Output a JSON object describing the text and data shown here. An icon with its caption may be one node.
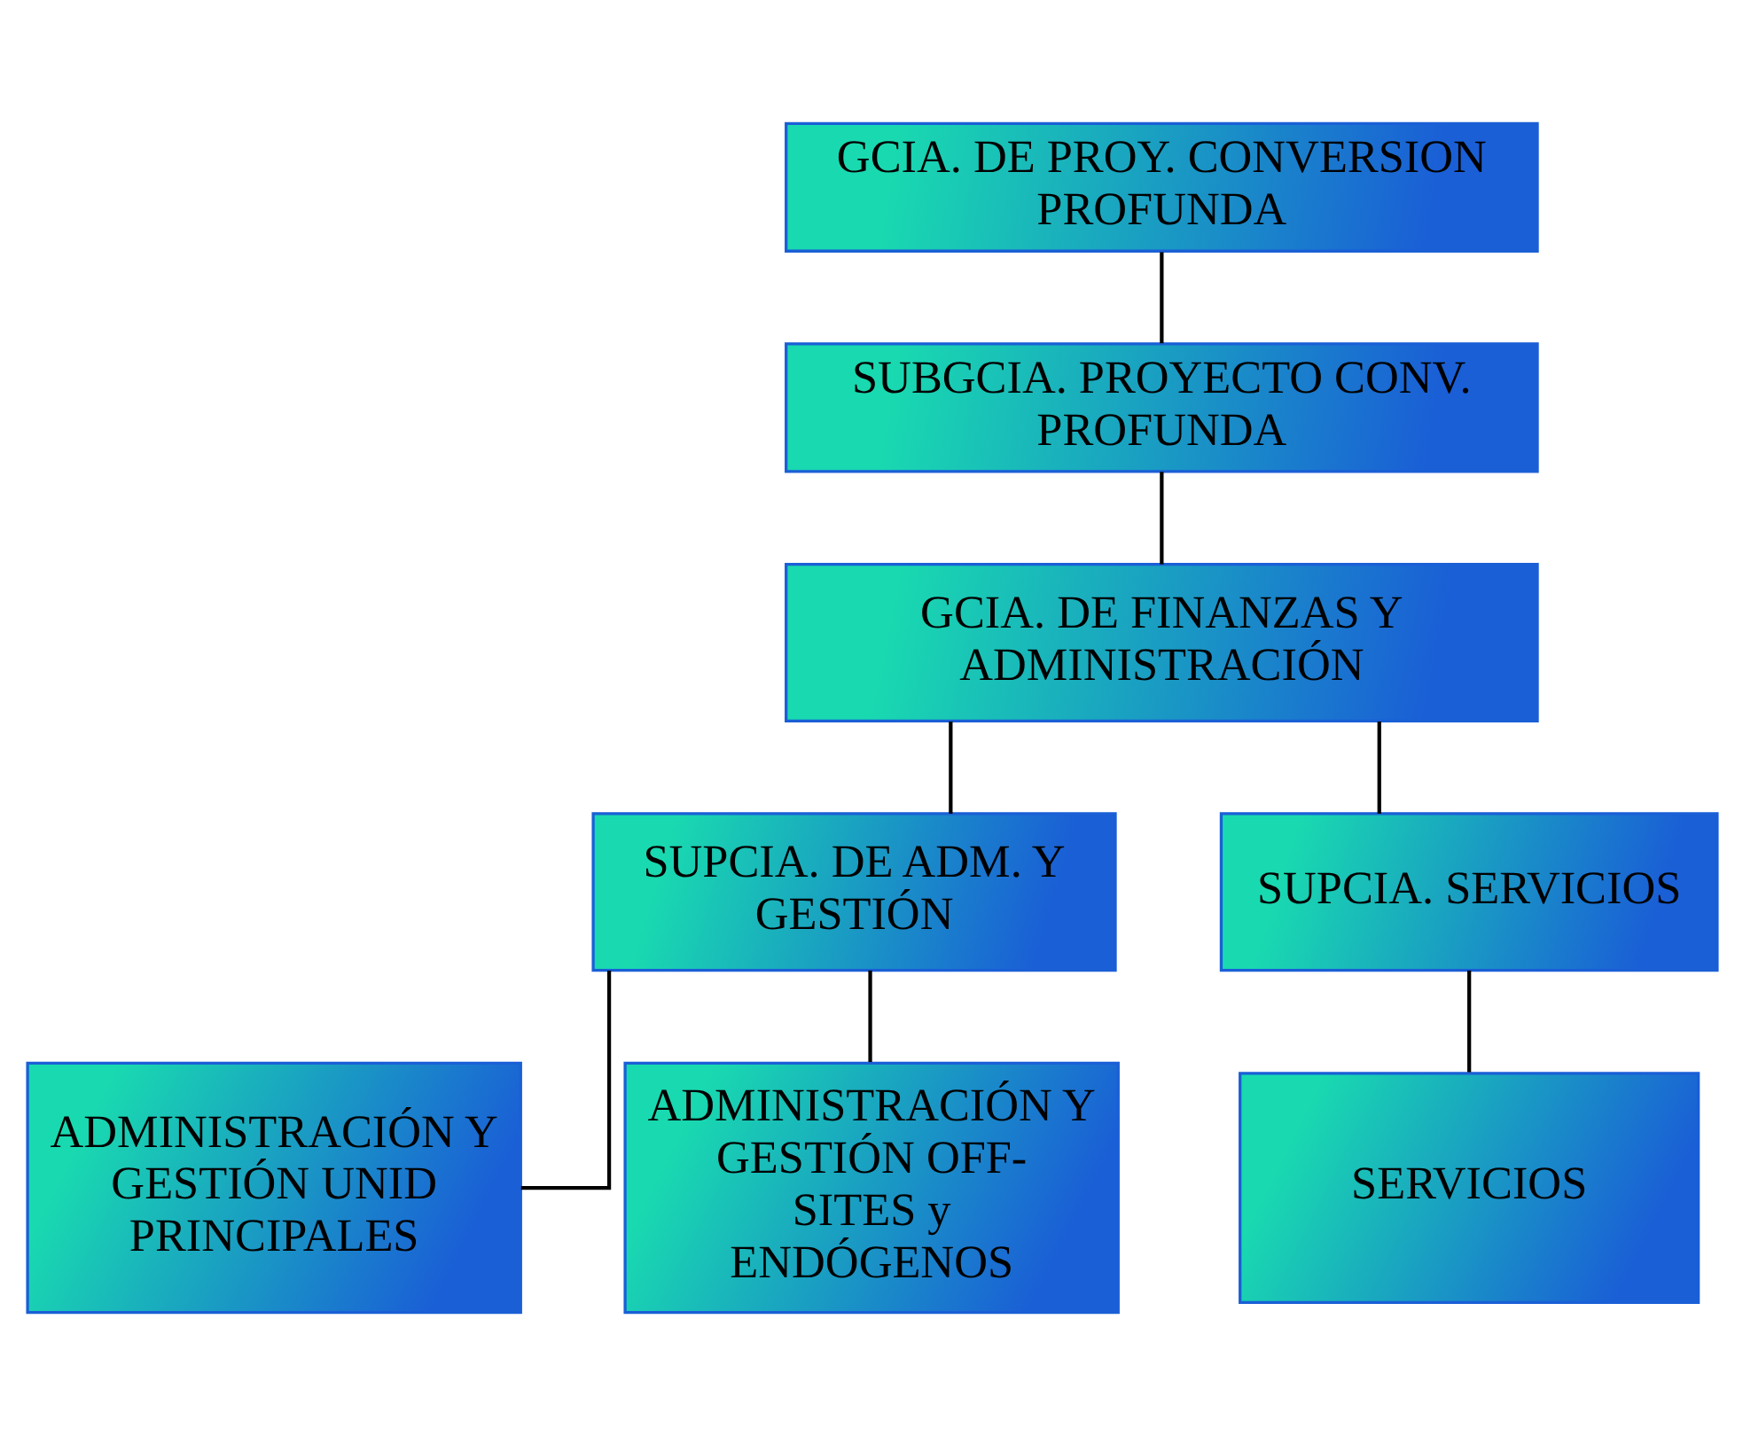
{
  "diagram": {
    "nodes": [
      {
        "text": [
          "GCIA. DE PROY. CONVERSION PROFUNDA"
        ]
      },
      {
        "text": [
          "SUBGCIA. PROYECTO CONV. PROFUNDA"
        ]
      },
      {
        "text": [
          "GCIA. DE FINANZAS Y ADMINISTRACIÓN"
        ]
      },
      {
        "text": [
          "SUPCIA. DE ADM. Y GESTIÓN"
        ]
      },
      {
        "text": [
          "SUPCIA. SERVICIOS"
        ]
      },
      {
        "text": [
          "ADMINISTRACIÓN Y GESTIÓN UNID PRINCIPALES"
        ]
      },
      {
        "text": [
          "ADMINISTRACIÓN Y GESTIÓN OFF-SITES y ENDÓGENOS"
        ]
      },
      {
        "text": [
          "SERVICIOS"
        ]
      }
    ],
    "edges": [
      {
        "from": 0,
        "to": 1,
        "arrow": "none"
      },
      {
        "from": 1,
        "to": 2,
        "arrow": "none"
      },
      {
        "from": 2,
        "to": 3,
        "arrow": "none"
      },
      {
        "from": 2,
        "to": 4,
        "arrow": "none"
      },
      {
        "from": 3,
        "to": 5,
        "arrow": "none"
      },
      {
        "from": 3,
        "to": 6,
        "arrow": "none"
      },
      {
        "from": 4,
        "to": 7,
        "arrow": "none"
      }
    ]
  }
}
